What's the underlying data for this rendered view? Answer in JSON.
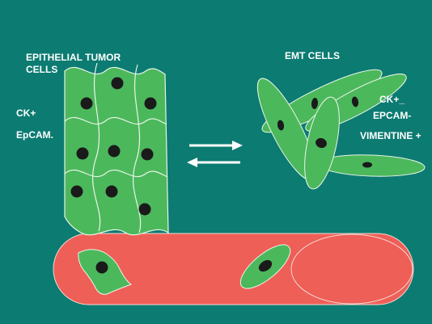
{
  "colors": {
    "background": "#0c7b72",
    "cell_fill": "#4cb85c",
    "cell_stroke": "#e8f5e8",
    "nucleus": "#1a1a1a",
    "vessel_fill": "#ee5f57",
    "arrow": "#ffffff",
    "text": "#ffffff"
  },
  "labels": {
    "epithelial_title_line1": "EPITHELIAL TUMOR",
    "epithelial_title_line2": "CELLS",
    "ck_plus": "CK+",
    "epcam": "EpCAM.",
    "emt_title": "EMT CELLS",
    "emt_ck": "CK+_",
    "emt_epcam": "EPCAM-",
    "emt_vimentine": "VIMENTINE +"
  },
  "icons": {
    "forward_arrow": "arrow-right-icon",
    "reverse_arrow": "arrow-left-icon"
  }
}
